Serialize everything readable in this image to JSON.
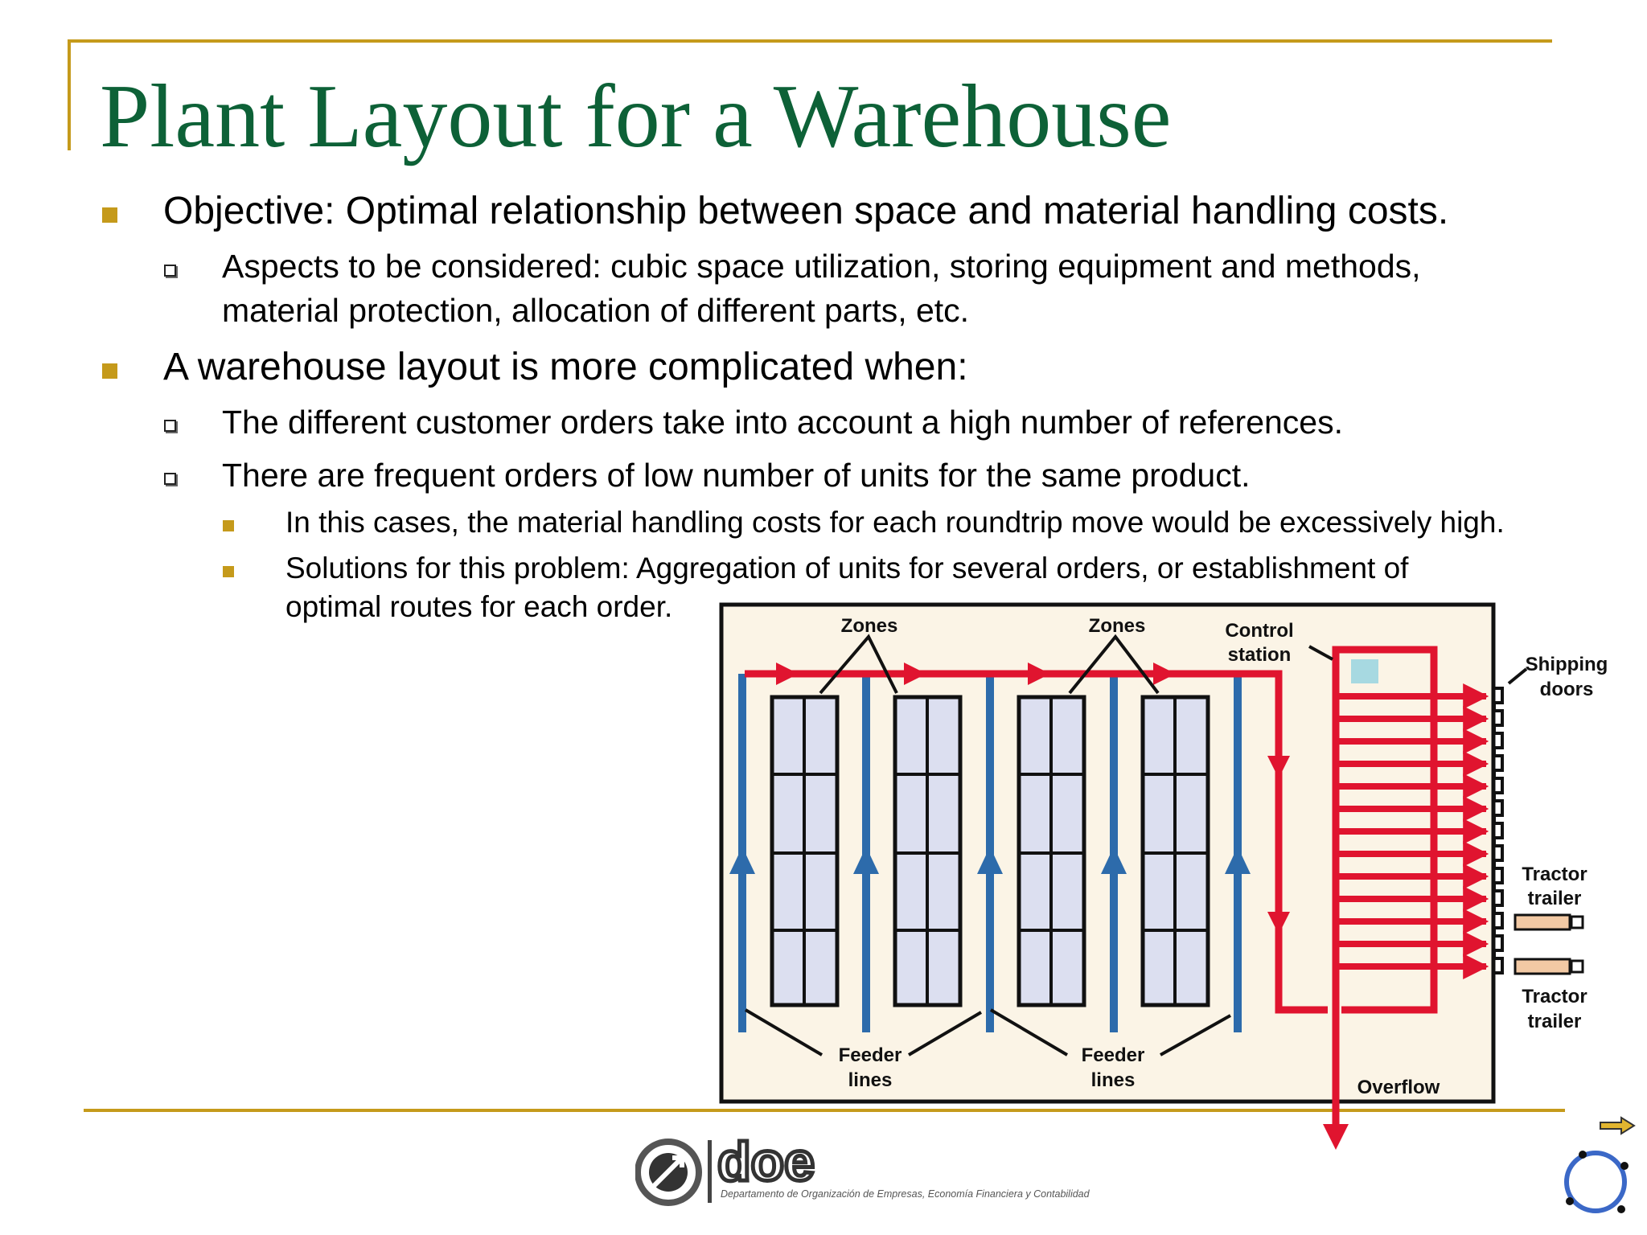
{
  "slide": {
    "title": "Plant Layout for a Warehouse",
    "colors": {
      "accent": "#c59a1b",
      "title": "#0d6137",
      "flow_red": "#e0142f",
      "feeder_blue": "#2d6bab",
      "floor": "#fbf4e6",
      "rack": "#dcdff0"
    },
    "bullets": [
      {
        "level": 1,
        "text": "Objective: Optimal relationship between space and material handling costs."
      },
      {
        "level": 2,
        "text": "Aspects to be considered: cubic space utilization, storing equipment and methods,"
      },
      {
        "level": 2,
        "text": "material protection, allocation of different parts, etc."
      },
      {
        "level": 1,
        "text": "A warehouse layout is more complicated when:"
      },
      {
        "level": 2,
        "text": "The different customer orders take into account a high number of references."
      },
      {
        "level": 2,
        "text": "There are frequent orders of low number of units for the same product."
      },
      {
        "level": 3,
        "text": "In this cases, the material handling costs for each roundtrip move would be excessively high."
      },
      {
        "level": 3,
        "text": "Solutions for this problem: Aggregation of units for several orders, or establishment of"
      },
      {
        "level": 3,
        "text": "optimal routes for each order."
      }
    ]
  },
  "diagram": {
    "zones_left": "Zones",
    "zones_right": "Zones",
    "control_station_1": "Control",
    "control_station_2": "station",
    "shipping_doors_1": "Shipping",
    "shipping_doors_2": "doors",
    "tractor_trailer_a_1": "Tractor",
    "tractor_trailer_a_2": "trailer",
    "tractor_trailer_b_1": "Tractor",
    "tractor_trailer_b_2": "trailer",
    "feeder_left_1": "Feeder",
    "feeder_left_2": "lines",
    "feeder_right_1": "Feeder",
    "feeder_right_2": "lines",
    "overflow": "Overflow"
  },
  "logo": {
    "name": "doe",
    "caption": "Departamento de Organización de Empresas, Economía Financiera y Contabilidad"
  },
  "controls": {
    "next_icon": "right-arrow-icon",
    "loading_icon": "spinner-icon"
  }
}
